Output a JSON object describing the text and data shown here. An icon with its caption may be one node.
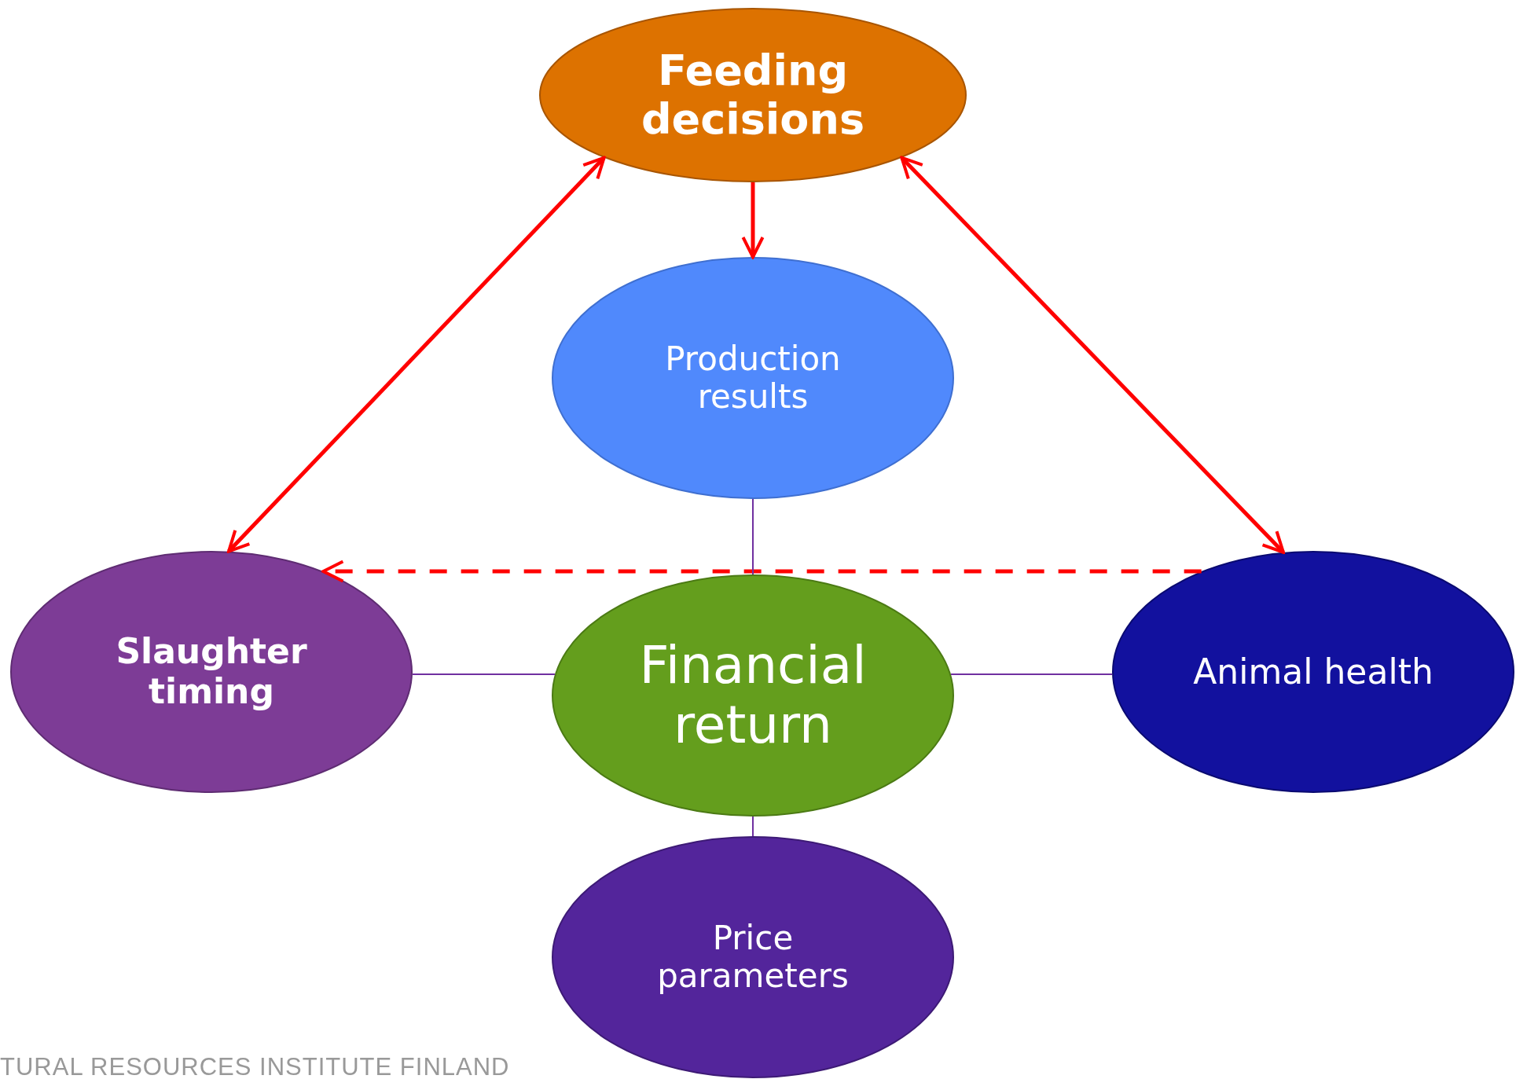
{
  "diagram": {
    "nodes": [
      {
        "text": [
          "Feeding decisions"
        ]
      },
      {
        "text": [
          "Production results"
        ]
      },
      {
        "text": [
          "Slaughter timing"
        ]
      },
      {
        "text": [
          "Financial return"
        ]
      },
      {
        "text": [
          "Animal health"
        ]
      },
      {
        "text": [
          "Price parameters"
        ]
      }
    ],
    "edges": [
      {
        "from": 0,
        "to": 1,
        "arrow": "to",
        "style": "thick",
        "color": "#ff0000"
      },
      {
        "from": 0,
        "to": 2,
        "arrow": "both",
        "style": "thick",
        "color": "#ff0000"
      },
      {
        "from": 0,
        "to": 4,
        "arrow": "both",
        "style": "thick",
        "color": "#ff0000"
      },
      {
        "from": 4,
        "to": 2,
        "arrow": "to",
        "style": "dashed",
        "color": "#ff0000"
      },
      {
        "from": 1,
        "to": 3,
        "arrow": "none",
        "color": "#7030a0"
      },
      {
        "from": 2,
        "to": 3,
        "arrow": "none",
        "color": "#7030a0"
      },
      {
        "from": 3,
        "to": 4,
        "arrow": "none",
        "color": "#7030a0"
      },
      {
        "from": 3,
        "to": 5,
        "arrow": "none",
        "color": "#7030a0"
      }
    ],
    "labels": [
      "TURAL RESOURCES INSTITUTE FINLAND"
    ]
  }
}
